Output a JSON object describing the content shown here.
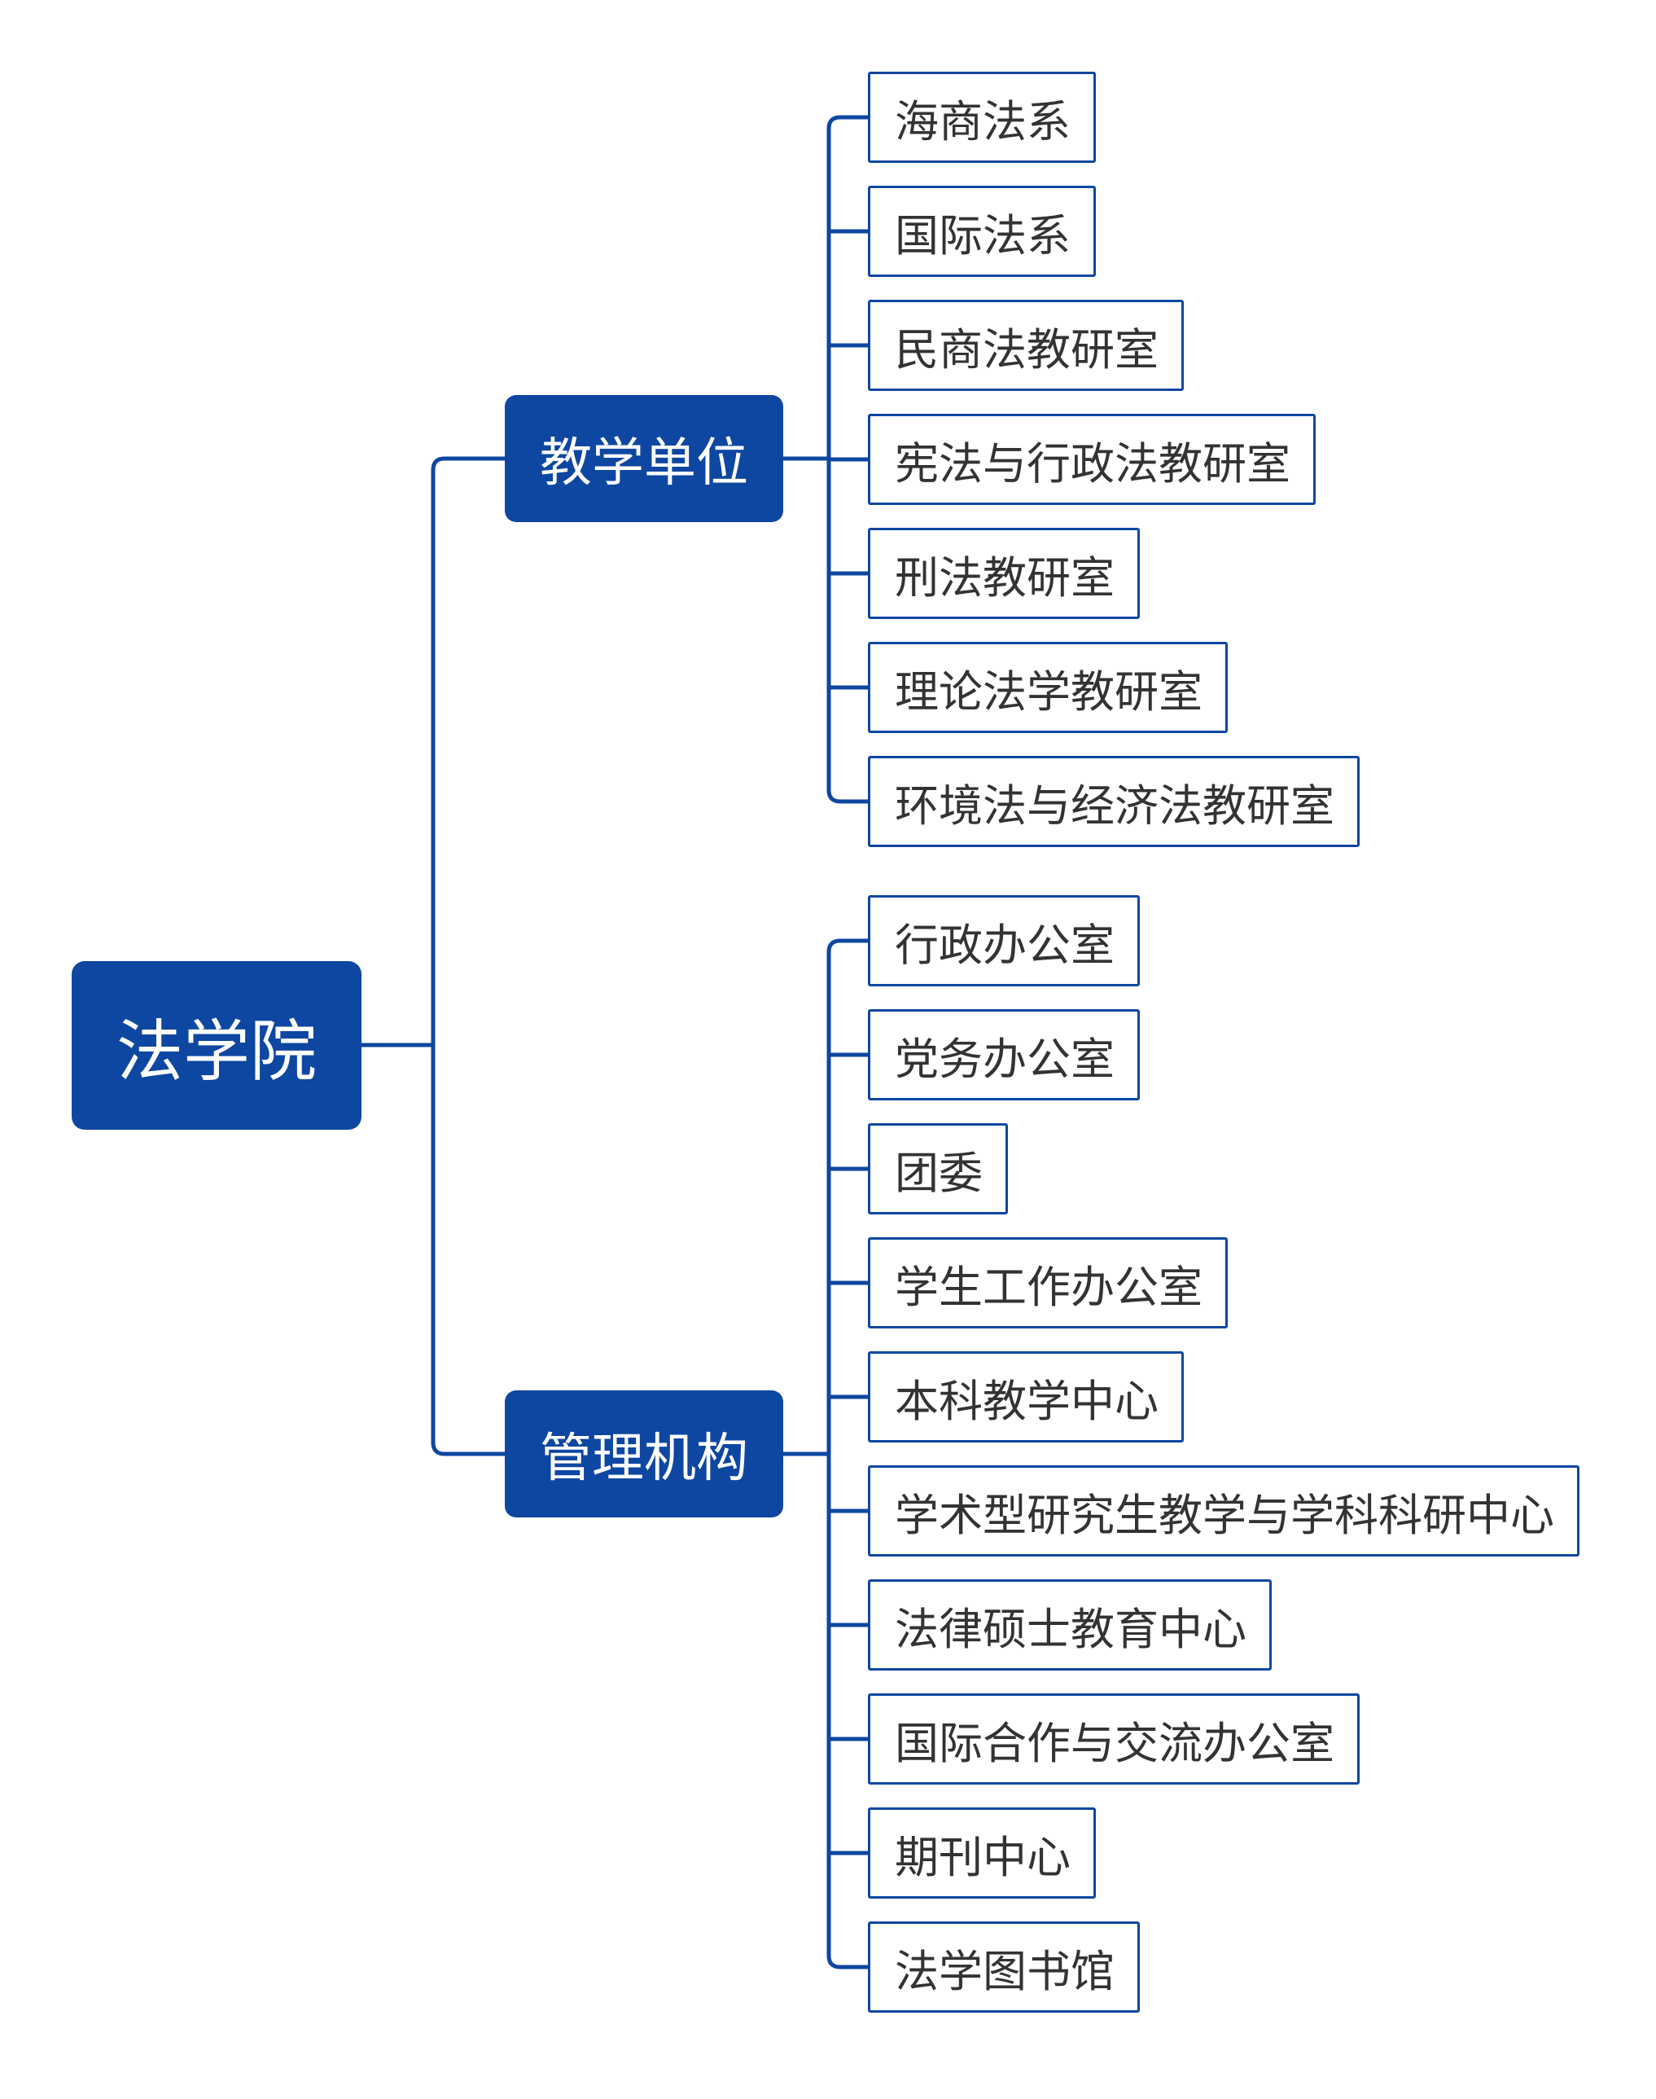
{
  "colors": {
    "node_fill": "#0e47a1",
    "connector": "#0e47a1",
    "leaf_text": "#333333",
    "background": "#ffffff"
  },
  "root": {
    "label": "法学院"
  },
  "branches": [
    {
      "label": "教学单位",
      "children": [
        "海商法系",
        "国际法系",
        "民商法教研室",
        "宪法与行政法教研室",
        "刑法教研室",
        "理论法学教研室",
        "环境法与经济法教研室"
      ]
    },
    {
      "label": "管理机构",
      "children": [
        "行政办公室",
        "党务办公室",
        "团委",
        "学生工作办公室",
        "本科教学中心",
        "学术型研究生教学与学科科研中心",
        "法律硕士教育中心",
        "国际合作与交流办公室",
        "期刊中心",
        "法学图书馆"
      ]
    }
  ]
}
